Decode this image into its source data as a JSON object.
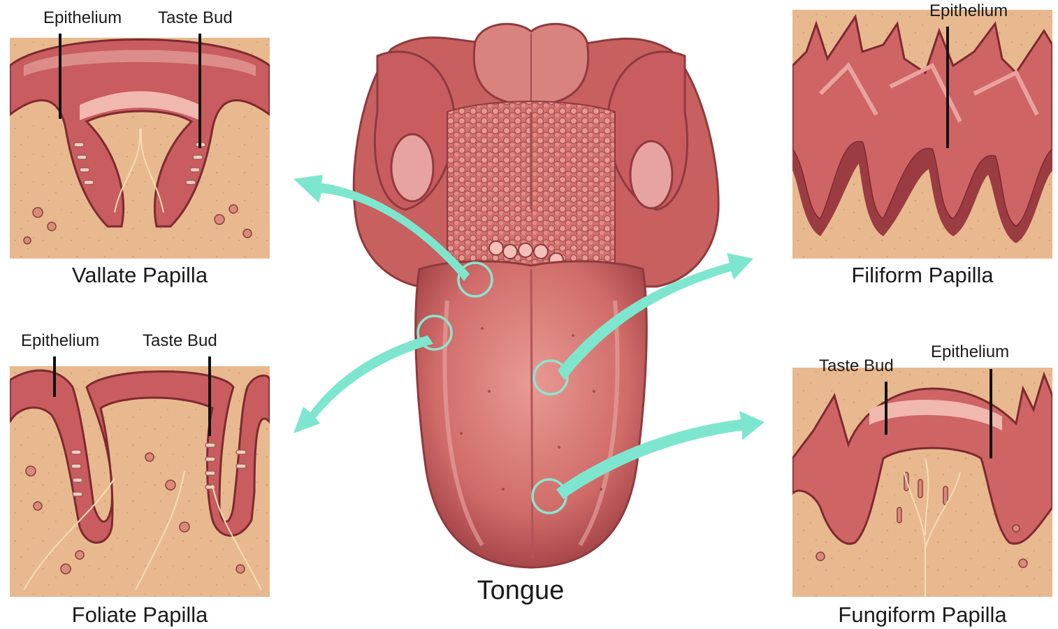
{
  "diagram": {
    "center_label": "Tongue",
    "colors": {
      "flesh": "#d9726f",
      "epithelium": "#8e2f33",
      "tissue": "#e8b98f",
      "arrow": "#7ee6cf",
      "highlight": "#f2a9a3"
    },
    "panels": {
      "vallate": {
        "title": "Vallate Papilla",
        "label_epithelium": "Epithelium",
        "label_taste_bud": "Taste Bud"
      },
      "foliate": {
        "title": "Foliate Papilla",
        "label_epithelium": "Epithelium",
        "label_taste_bud": "Taste Bud"
      },
      "filiform": {
        "title": "Filiform Papilla",
        "label_epithelium": "Epithelium"
      },
      "fungiform": {
        "title": "Fungiform Papilla",
        "label_epithelium": "Epithelium",
        "label_taste_bud": "Taste Bud"
      }
    }
  }
}
